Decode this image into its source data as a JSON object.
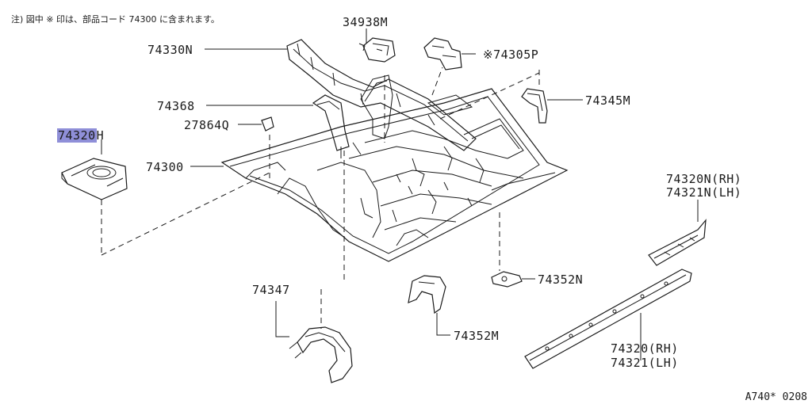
{
  "note": "注) 図中 ※ 印は、部品コード 74300 に含まれます。",
  "drawing_code": "A740* 0208",
  "highlight_color": "#8f8fd8",
  "line_color": "#1a1a1a",
  "parts": {
    "p34938M": "34938M",
    "p74330N": "74330N",
    "p74305P": "74305P",
    "p74345M": "74345M",
    "p74368": "74368",
    "p27864Q": "27864Q",
    "p74320H_hl": "74320",
    "p74320H_suffix": "H",
    "p74300": "74300",
    "p74320N_rh": "74320N(RH)",
    "p74321N_lh": "74321N(LH)",
    "p74347": "74347",
    "p74352N": "74352N",
    "p74352M": "74352M",
    "p74320_rh": "74320(RH)",
    "p74321_lh": "74321(LH)"
  },
  "asterisk_mark": "※"
}
